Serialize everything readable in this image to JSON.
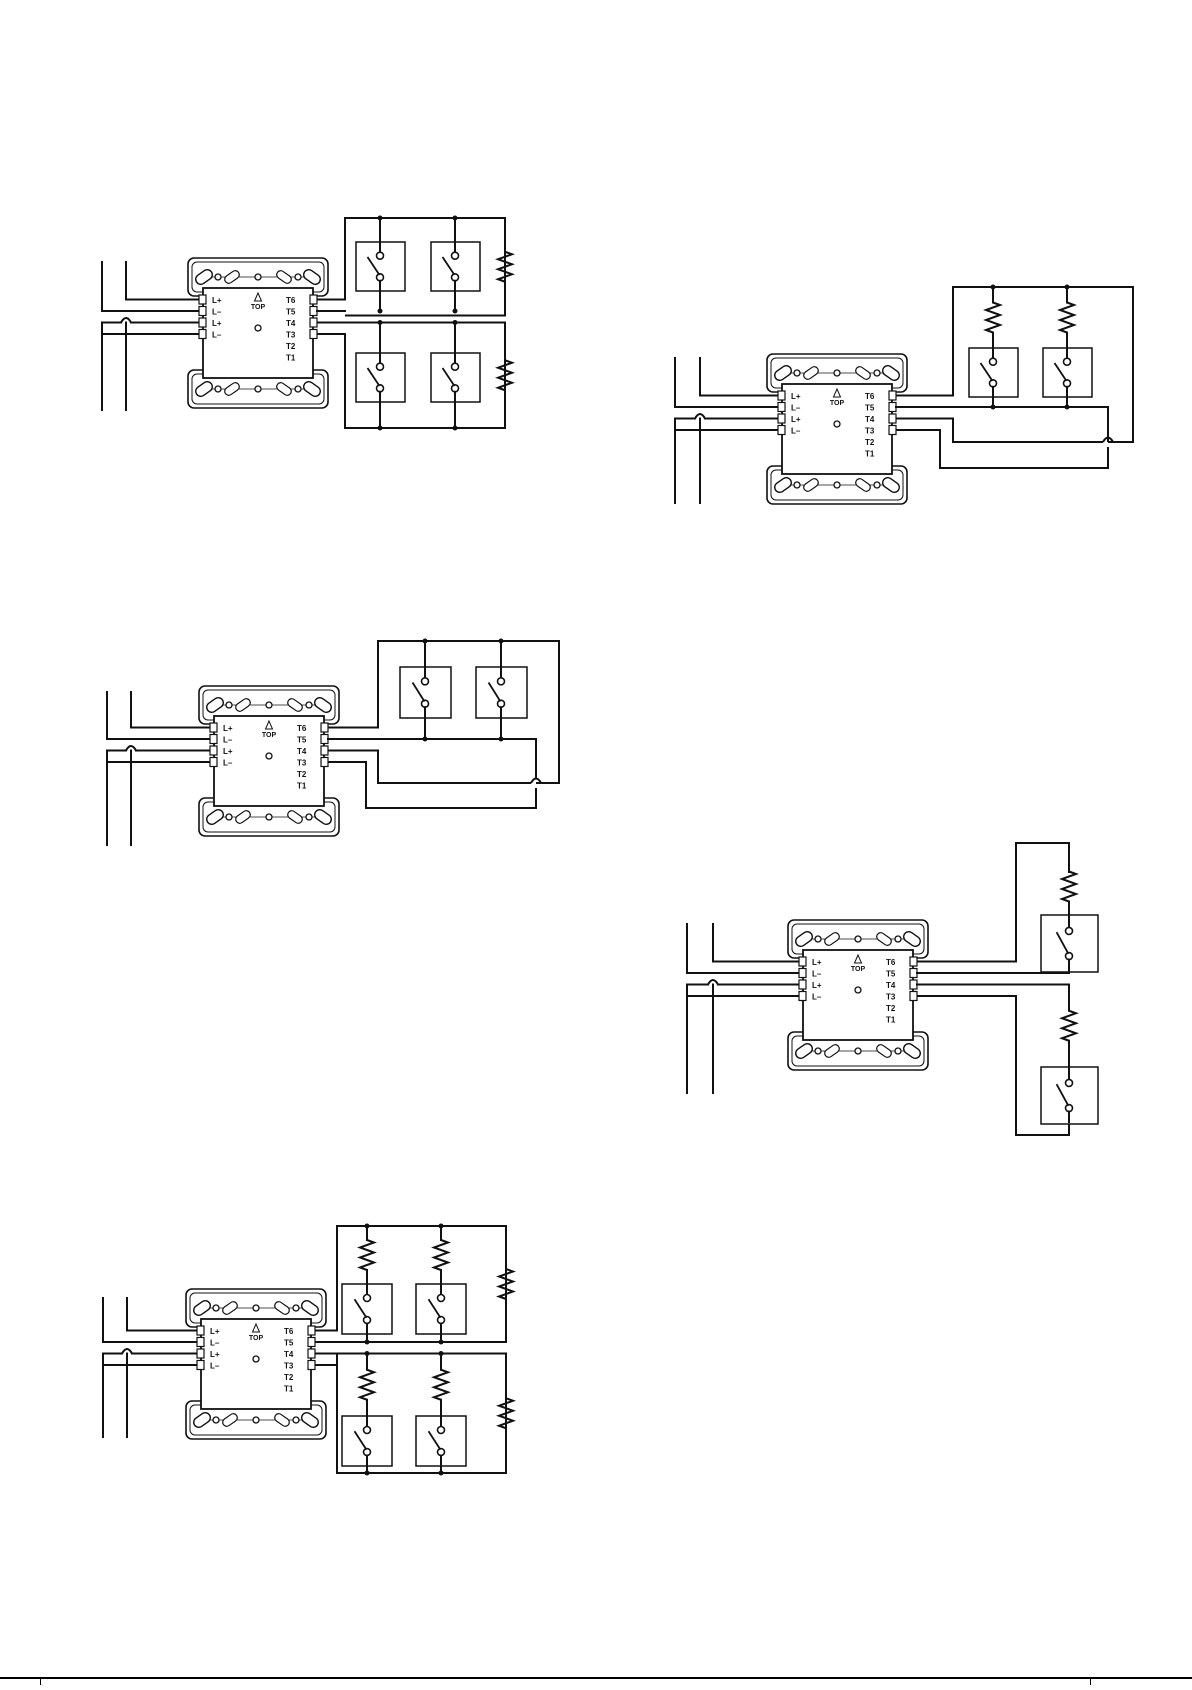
{
  "module": {
    "left_terminals": [
      "L+",
      "L–",
      "L+",
      "L–"
    ],
    "right_terminals": [
      "T6",
      "T5",
      "T4",
      "T3",
      "T2",
      "T1"
    ],
    "top_marker": "TOP"
  },
  "colors": {
    "line": "#111111",
    "module_fill": "#ffffff",
    "background": "#ffffff"
  },
  "icons": [
    "switch-icon",
    "resistor-icon",
    "module-icon"
  ],
  "diagrams": [
    {
      "id": "d1",
      "style": "parallel-pairs-with-eol-resistor"
    },
    {
      "id": "d2",
      "style": "series-with-resistors-return"
    },
    {
      "id": "d3",
      "style": "series-return"
    },
    {
      "id": "d4",
      "style": "single-with-resistor"
    },
    {
      "id": "d5",
      "style": "parallel-pairs-with-series-resistors"
    }
  ]
}
